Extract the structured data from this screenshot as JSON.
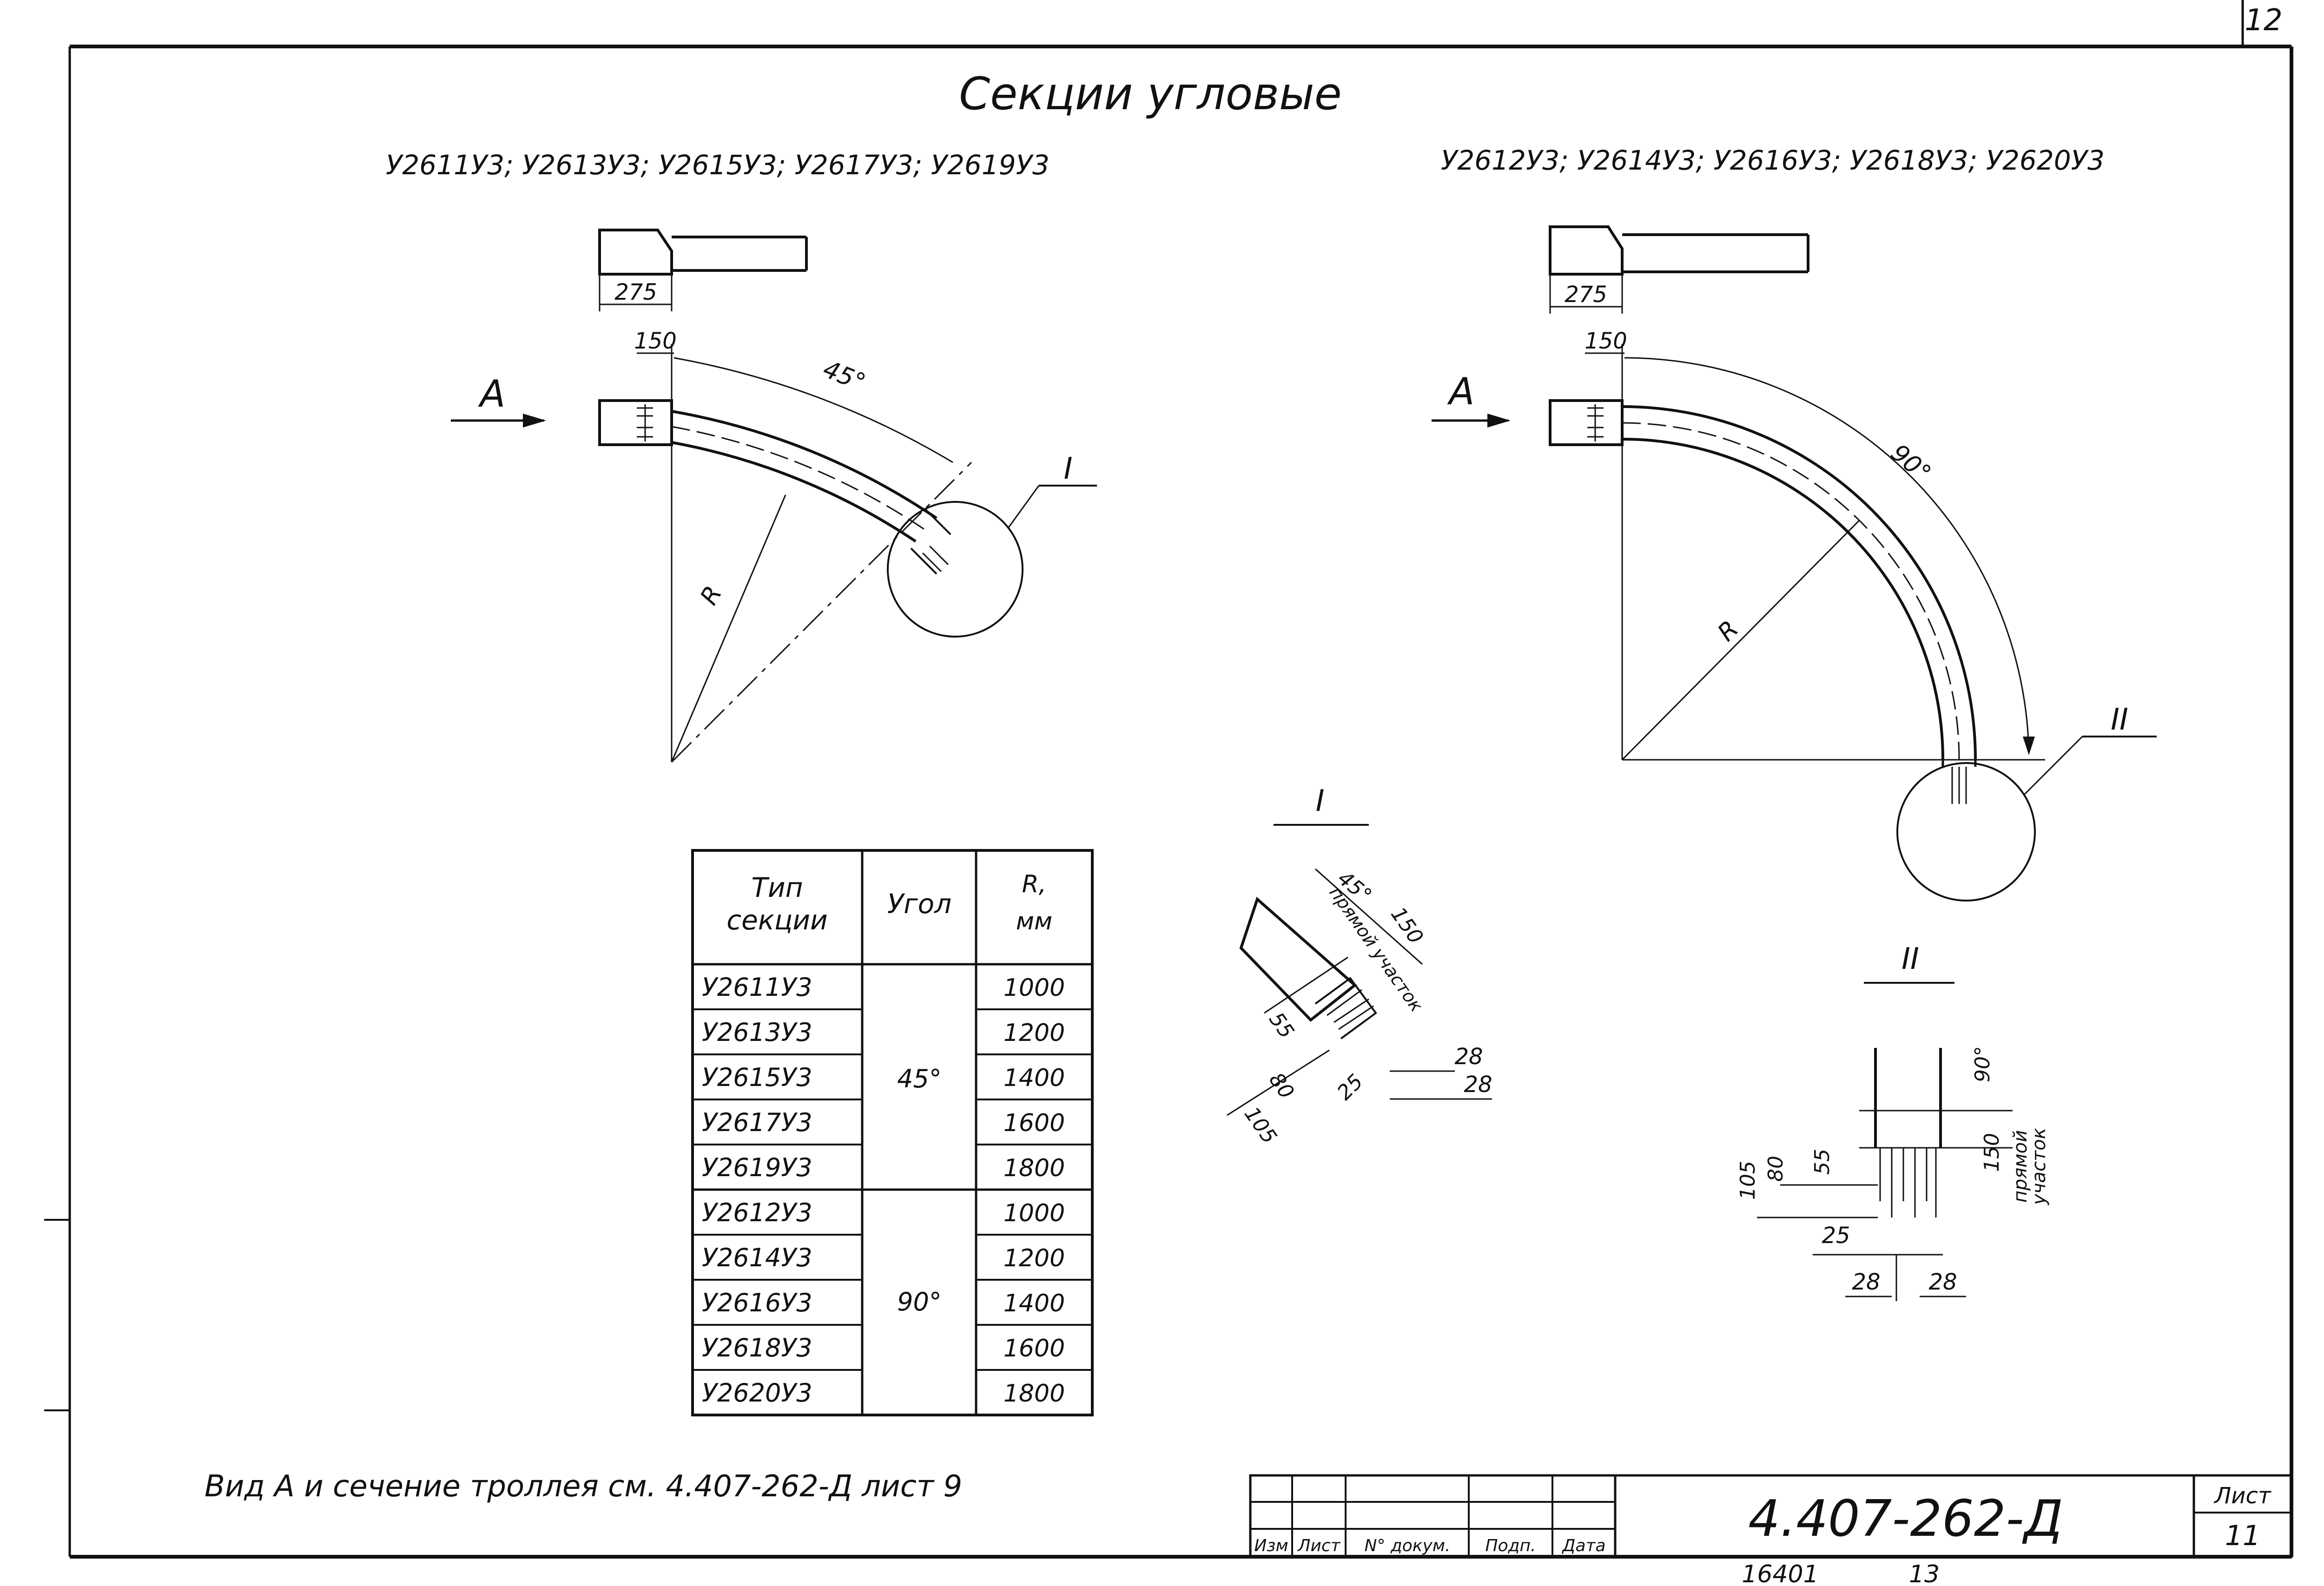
{
  "page_number": "12",
  "title": "Секции угловые",
  "left_series": "У2611У3; У2613У3; У2615У3; У2617У3; У2619У3",
  "right_series": "У2612У3; У2614У3; У2616У3; У2618У3; У2620У3",
  "left_view": {
    "arrow_label": "А",
    "dim_275": "275",
    "dim_150": "150",
    "angle": "45°",
    "radius": "R",
    "callout": "I"
  },
  "right_view": {
    "arrow_label": "А",
    "dim_275": "275",
    "dim_150": "150",
    "angle": "90°",
    "radius": "R",
    "callout": "II"
  },
  "detail_1": {
    "label": "I",
    "angle": "45°",
    "dim_150": "150",
    "straight_text": "прямой участок",
    "d55": "55",
    "d80": "80",
    "d105": "105",
    "d25": "25",
    "d28a": "28",
    "d28b": "28"
  },
  "detail_2": {
    "label": "II",
    "angle": "90°",
    "dim_150": "150",
    "straight_text_1": "прямой",
    "straight_text_2": "участок",
    "d105": "105",
    "d80": "80",
    "d55": "55",
    "d25": "25",
    "d28a": "28",
    "d28b": "28"
  },
  "table": {
    "headers": [
      "Тип секции",
      "Угол",
      "R, мм"
    ],
    "groups": [
      {
        "angle": "45°",
        "rows": [
          {
            "type": "У2611У3",
            "r": "1000"
          },
          {
            "type": "У2613У3",
            "r": "1200"
          },
          {
            "type": "У2615У3",
            "r": "1400"
          },
          {
            "type": "У2617У3",
            "r": "1600"
          },
          {
            "type": "У2619У3",
            "r": "1800"
          }
        ]
      },
      {
        "angle": "90°",
        "rows": [
          {
            "type": "У2612У3",
            "r": "1000"
          },
          {
            "type": "У2614У3",
            "r": "1200"
          },
          {
            "type": "У2616У3",
            "r": "1400"
          },
          {
            "type": "У2618У3",
            "r": "1600"
          },
          {
            "type": "У2620У3",
            "r": "1800"
          }
        ]
      }
    ]
  },
  "note": "Вид А и сечение троллея см. 4.407-262-Д лист 9",
  "title_block": {
    "headers": [
      "Изм",
      "Лист",
      "N° докум.",
      "Подп.",
      "Дата"
    ],
    "doc_code": "4.407-262-Д",
    "sheet_label": "Лист",
    "sheet_number": "11"
  },
  "footer_code": "16401",
  "footer_number": "13"
}
